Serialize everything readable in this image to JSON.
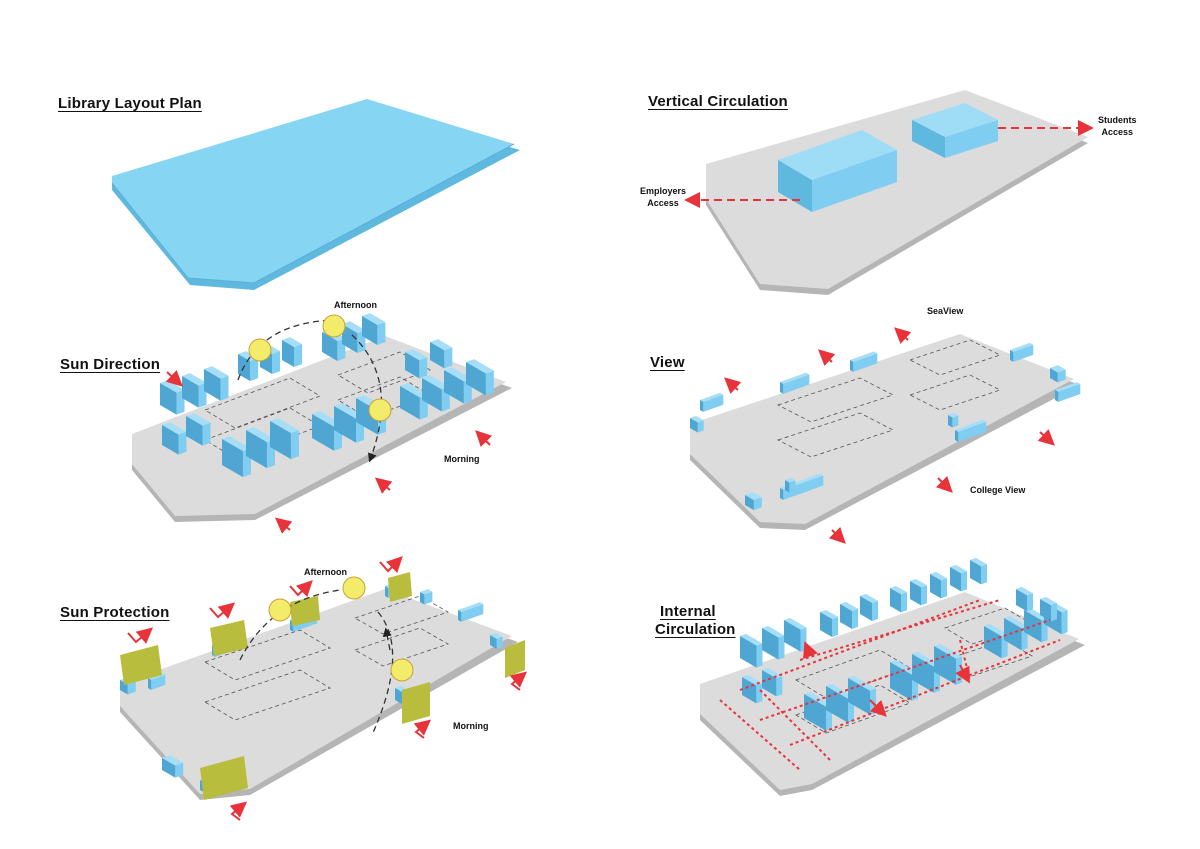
{
  "titles": {
    "library_layout": "Library Layout Plan",
    "vertical_circulation": "Vertical Circulation",
    "sun_direction": "Sun Direction",
    "view": "View",
    "sun_protection": "Sun Protection",
    "internal_circulation_line1": "Internal",
    "internal_circulation_line2": "Circulation"
  },
  "labels": {
    "students_access_1": "Students",
    "students_access_2": "Access",
    "employers_access_1": "Employers",
    "employers_access_2": "Access",
    "afternoon": "Afternoon",
    "morning": "Morning",
    "seaview": "SeaView",
    "college_view": "College View",
    "afternoon_2": "Afternoon",
    "morning_2": "Morning"
  },
  "colors": {
    "slab_blue": "#86d5f3",
    "slab_blue_side": "#5fb9df",
    "floor_grey": "#dcdcdc",
    "floor_grey_side": "#b5b5b5",
    "block_blue": "#7fcdf0",
    "block_blue_side": "#4fa6d3",
    "arrow_red": "#e8333b",
    "sun_yellow": "#f2ec6a",
    "shade_olive": "#b9bd3d"
  },
  "icons": {
    "arrow": "red-arrow-icon",
    "sun": "sun-circle-icon"
  }
}
